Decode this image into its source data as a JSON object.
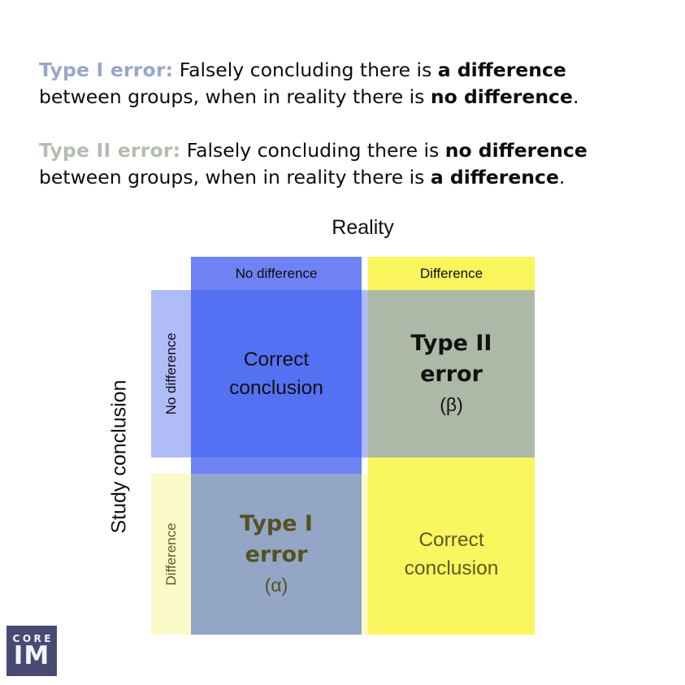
{
  "definitions": [
    {
      "term": "Type I error:",
      "t1": " Falsely concluding there is ",
      "b1": "a difference",
      "t2": "between groups, when in reality there is ",
      "b2": "no difference",
      "t3": "."
    },
    {
      "term": "Type II error:",
      "t1": " Falsely concluding there is ",
      "b1": "no difference",
      "t2": "between groups, when in reality there is ",
      "b2": "a difference",
      "t3": "."
    }
  ],
  "matrix": {
    "x_axis_title": "Reality",
    "y_axis_title": "Study conclusion",
    "col_headers": [
      "No difference",
      "Difference"
    ],
    "row_headers": [
      "No difference",
      "Difference"
    ],
    "cells": {
      "correct_top": {
        "line1": "Correct",
        "line2": "conclusion"
      },
      "type2": {
        "line1": "Type II",
        "line2": "error",
        "symbol": "(β)"
      },
      "type1": {
        "line1": "Type I",
        "line2": "error",
        "symbol": "(α)"
      },
      "correct_bottom": {
        "line1": "Correct",
        "line2": "conclusion"
      }
    }
  },
  "colors": {
    "type1_term": "#98a7cc",
    "type2_term": "#b3beb0",
    "col_no_difference_band": "#6e82f3",
    "col_difference_band": "#faf55c",
    "row_no_difference_band": "#b0bcf8",
    "row_difference_band": "#fbfac9",
    "cell_correct_top": "#5471f3",
    "cell_type2": "#adb8a7",
    "cell_type1": "#93a6c5",
    "cell_correct_bottom": "#faf65f",
    "col_difference_gap": "#faf65f",
    "dark_text": "#111111",
    "olive_text": "#5b5b21",
    "olive_bold_text": "#55511f",
    "logo_bg": "#494a73"
  },
  "logo": {
    "top": "CORE",
    "bottom": "IM"
  }
}
